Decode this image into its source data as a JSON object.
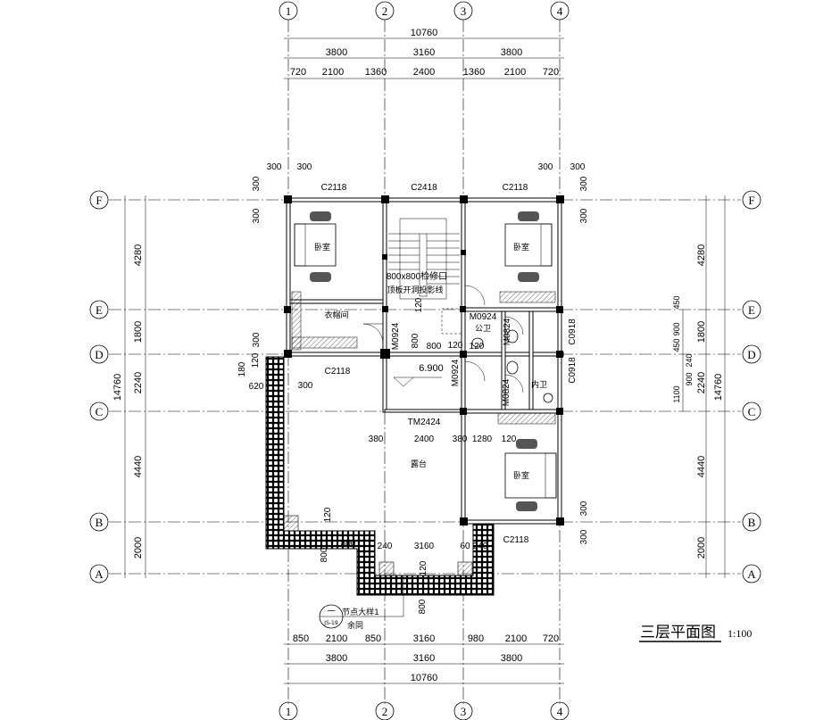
{
  "title": "三层平面图",
  "scale": "1:100",
  "axes": {
    "cols": [
      "1",
      "2",
      "3",
      "4"
    ],
    "rows": [
      "F",
      "E",
      "D",
      "C",
      "B",
      "A"
    ]
  },
  "dims_top": {
    "total": "10760",
    "mid": [
      "3800",
      "3160",
      "3800"
    ],
    "fine": [
      "720",
      "2100",
      "1360",
      "2400",
      "1360",
      "2100",
      "720"
    ]
  },
  "dims_bottom": {
    "total": "10760",
    "mid": [
      "3800",
      "3160",
      "3800"
    ],
    "fine": [
      "850",
      "2100",
      "850",
      "3160",
      "980",
      "2100",
      "720"
    ]
  },
  "dims_left": {
    "total": "14760",
    "parts": [
      "4280",
      "1800",
      "2240",
      "4440",
      "2000"
    ]
  },
  "dims_right": {
    "total": "14760",
    "parts": [
      "4280",
      "1800",
      "2240",
      "4440",
      "2000"
    ],
    "fine": [
      "450",
      "900",
      "450",
      "240",
      "900",
      "1100"
    ]
  },
  "windows": [
    "C2118",
    "C2418",
    "C2118",
    "C2118",
    "C2118",
    "C0918",
    "C0918",
    "TM2424"
  ],
  "doors": [
    "M0924",
    "M0924",
    "M0924",
    "M0824",
    "M0824"
  ],
  "rooms": [
    "卧室",
    "卧室",
    "卧室",
    "衣帽间",
    "公卫",
    "内卫",
    "露台"
  ],
  "notes": {
    "hatch": "800x800检修口",
    "hatch2": "顶板开洞投影线",
    "elev": "6.900",
    "detail": "节点大样1",
    "detail2": "余同",
    "detail_ref": "JS-19",
    "detail_num": "一"
  },
  "misc_dims": [
    "300",
    "300",
    "300",
    "300",
    "300",
    "300",
    "300",
    "300",
    "300",
    "300",
    "120",
    "800",
    "800",
    "120",
    "180",
    "120",
    "300",
    "620",
    "300",
    "380",
    "2400",
    "380",
    "1280",
    "120",
    "120",
    "800",
    "800",
    "240",
    "3160",
    "60",
    "240",
    "120",
    "800",
    "120"
  ]
}
